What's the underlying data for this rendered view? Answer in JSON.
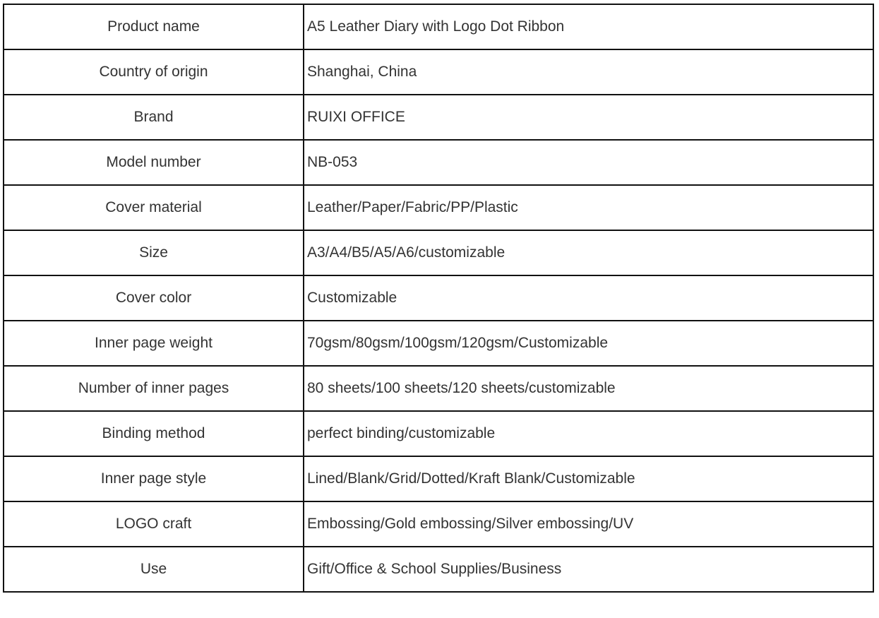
{
  "rows": [
    {
      "label": "Product name",
      "value": "A5 Leather Diary with Logo Dot Ribbon"
    },
    {
      "label": "Country of origin",
      "value": "Shanghai, China"
    },
    {
      "label": "Brand",
      "value": "RUIXI OFFICE"
    },
    {
      "label": "Model number",
      "value": "NB-053"
    },
    {
      "label": "Cover material",
      "value": "Leather/Paper/Fabric/PP/Plastic"
    },
    {
      "label": "Size",
      "value": "A3/A4/B5/A5/A6/customizable"
    },
    {
      "label": "Cover color",
      "value": "Customizable"
    },
    {
      "label": "Inner page weight",
      "value": "70gsm/80gsm/100gsm/120gsm/Customizable"
    },
    {
      "label": "Number of inner pages",
      "value": "80 sheets/100 sheets/120 sheets/customizable"
    },
    {
      "label": "Binding method",
      "value": "perfect binding/customizable"
    },
    {
      "label": "Inner page style",
      "value": "Lined/Blank/Grid/Dotted/Kraft Blank/Customizable"
    },
    {
      "label": "LOGO craft",
      "value": "Embossing/Gold embossing/Silver embossing/UV"
    },
    {
      "label": "Use",
      "value": "Gift/Office & School Supplies/Business"
    }
  ]
}
